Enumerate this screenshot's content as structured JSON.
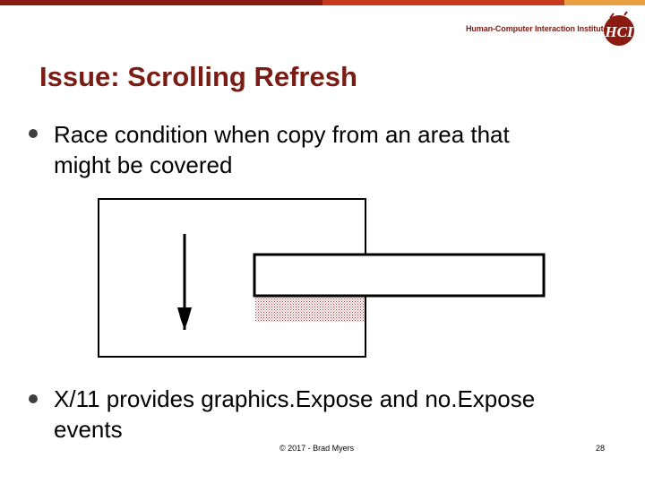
{
  "header": {
    "institute": "Human-Computer Interaction Institute",
    "logo_icon": "hcii-logo",
    "colors": {
      "dark_red": "#8b1a10",
      "red": "#c83a1f",
      "orange": "#e8a040",
      "title": "#7a1c14"
    }
  },
  "slide": {
    "title": "Issue: Scrolling Refresh",
    "bullets": [
      {
        "line1": "Race condition when copy from an area that",
        "line2": "might be covered"
      },
      {
        "line1": "X/11 provides graphics.Expose and no.Expose",
        "line2": "events"
      }
    ]
  },
  "footer": {
    "copyright": "© 2017 - Brad Myers",
    "page_number": "28"
  }
}
